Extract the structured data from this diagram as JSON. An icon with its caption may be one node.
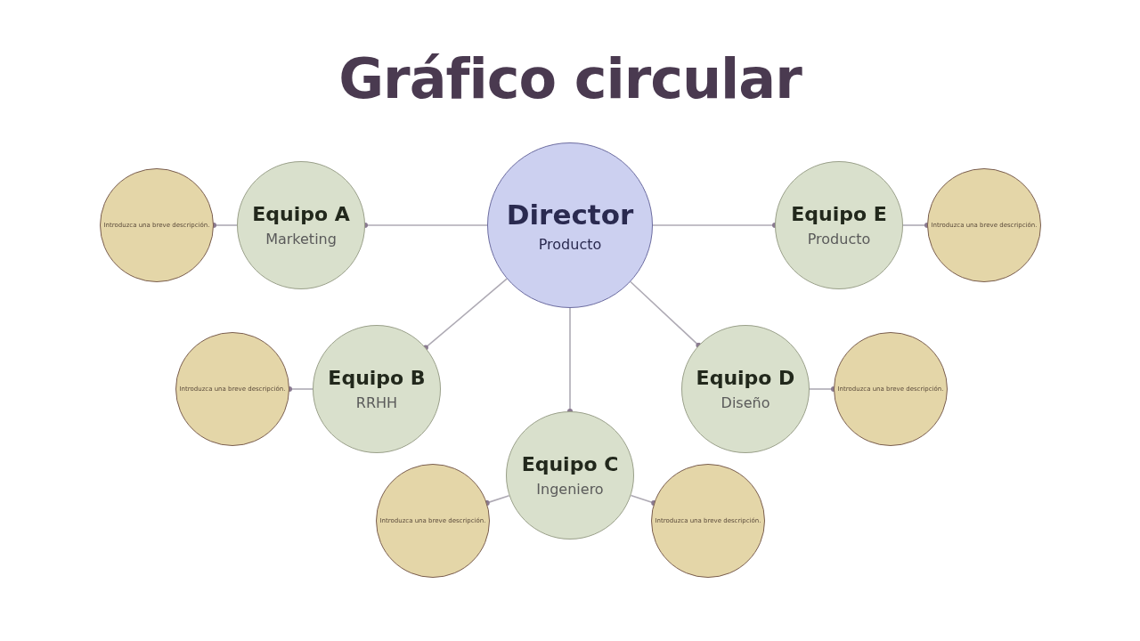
{
  "diagram": {
    "title": "Gráfico circular",
    "nodes": [
      {
        "text": [
          "Director",
          "Producto"
        ]
      },
      {
        "text": [
          "Equipo A",
          "Marketing"
        ]
      },
      {
        "text": [
          "Introduzca una breve descripción."
        ]
      },
      {
        "text": [
          "Equipo E",
          "Producto"
        ]
      },
      {
        "text": [
          "Introduzca una breve descripción."
        ]
      },
      {
        "text": [
          "Equipo B",
          "RRHH"
        ]
      },
      {
        "text": [
          "Introduzca una breve descripción."
        ]
      },
      {
        "text": [
          "Equipo D",
          "Diseño"
        ]
      },
      {
        "text": [
          "Introduzca una breve descripción."
        ]
      },
      {
        "text": [
          "Equipo C",
          "Ingeniero"
        ]
      },
      {
        "text": [
          "Introduzca una breve descripción."
        ]
      },
      {
        "text": [
          "Introduzca una breve descripción."
        ]
      }
    ],
    "edges": [
      {
        "from": 0,
        "to": 1,
        "arrow": "other"
      },
      {
        "from": 1,
        "to": 2,
        "arrow": "other"
      },
      {
        "from": 0,
        "to": 3,
        "arrow": "other"
      },
      {
        "from": 3,
        "to": 4,
        "arrow": "other"
      },
      {
        "from": 0,
        "to": 5,
        "arrow": "other"
      },
      {
        "from": 5,
        "to": 6,
        "arrow": "other"
      },
      {
        "from": 0,
        "to": 7,
        "arrow": "other"
      },
      {
        "from": 7,
        "to": 8,
        "arrow": "other"
      },
      {
        "from": 0,
        "to": 9,
        "arrow": "other"
      },
      {
        "from": 9,
        "to": 10,
        "arrow": "other"
      },
      {
        "from": 9,
        "to": 11,
        "arrow": "other"
      }
    ]
  }
}
